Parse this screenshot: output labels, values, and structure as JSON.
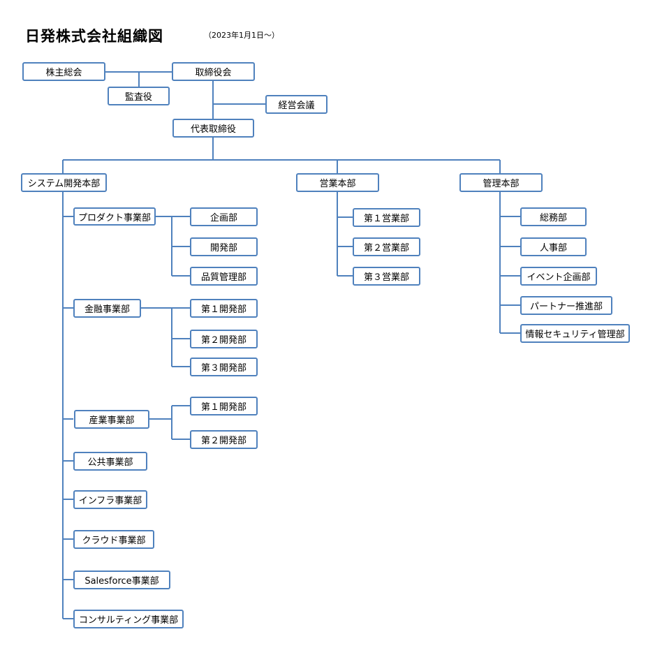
{
  "title": "日発株式会社組織図",
  "date": "（2023年1月1日～）",
  "line_color": "#4f81bd",
  "nodes": {
    "shareholders": "株主総会",
    "board": "取締役会",
    "auditor": "監査役",
    "management_meeting": "経営会議",
    "ceo": "代表取締役",
    "system_dev_hq": "システム開発本部",
    "sales_hq": "営業本部",
    "admin_hq": "管理本部",
    "product_div": "プロダクト事業部",
    "planning": "企画部",
    "development": "開発部",
    "quality": "品質管理部",
    "finance_div": "金融事業部",
    "fin_dev1": "第１開発部",
    "fin_dev2": "第２開発部",
    "fin_dev3": "第３開発部",
    "industry_div": "産業事業部",
    "ind_dev1": "第１開発部",
    "ind_dev2": "第２開発部",
    "public_div": "公共事業部",
    "infra_div": "インフラ事業部",
    "cloud_div": "クラウド事業部",
    "salesforce_div": "Salesforce事業部",
    "consulting_div": "コンサルティング事業部",
    "sales1": "第１営業部",
    "sales2": "第２営業部",
    "sales3": "第３営業部",
    "general_affairs": "総務部",
    "hr": "人事部",
    "event_planning": "イベント企画部",
    "partner": "パートナー推進部",
    "infosec": "情報セキュリティ管理部"
  }
}
